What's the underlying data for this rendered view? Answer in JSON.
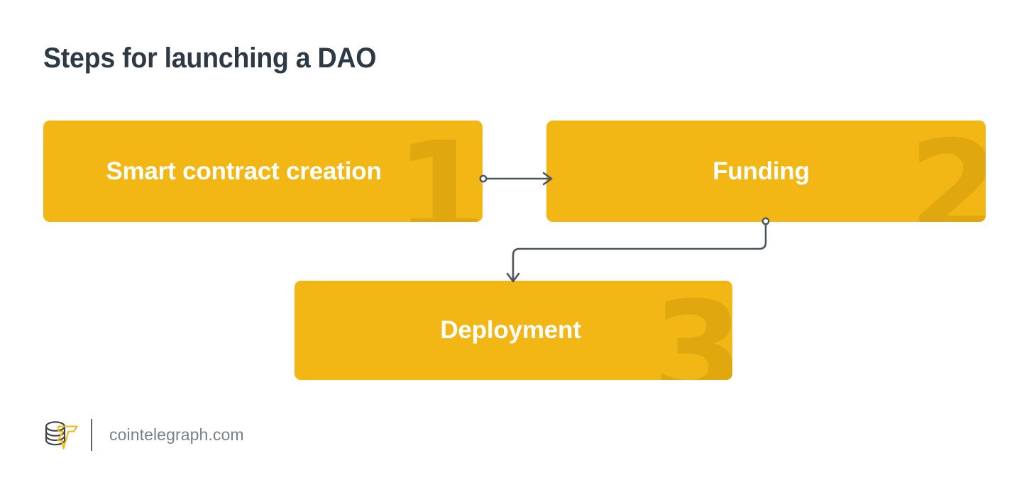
{
  "page": {
    "title": "Steps for launching a DAO",
    "background_color": "#ffffff",
    "title_color": "#2d3a45"
  },
  "theme": {
    "box_fill": "#f2b714",
    "box_text": "#ffffff",
    "watermark_color": "#e0a80e",
    "connector_color": "#4a5560",
    "footer_text_color": "#77818a",
    "logo_accent": "#f2b714",
    "logo_dark": "#3c4349"
  },
  "diagram": {
    "type": "flowchart",
    "steps": [
      {
        "id": "step-1",
        "number": "1",
        "label": "Smart contract creation"
      },
      {
        "id": "step-2",
        "number": "2",
        "label": "Funding"
      },
      {
        "id": "step-3",
        "number": "3",
        "label": "Deployment"
      }
    ],
    "connectors": [
      {
        "id": "connector-1-to-2",
        "from": "step-1",
        "to": "step-2",
        "style": "straight-horizontal-arrow",
        "start_marker": "circle",
        "end_marker": "arrow"
      },
      {
        "id": "connector-2-to-3",
        "from": "step-2",
        "to": "step-3",
        "style": "orthogonal-elbow-arrow",
        "start_marker": "circle",
        "end_marker": "arrow"
      }
    ]
  },
  "footer": {
    "url": "cointelegraph.com",
    "logo_name": "cointelegraph-logo"
  }
}
